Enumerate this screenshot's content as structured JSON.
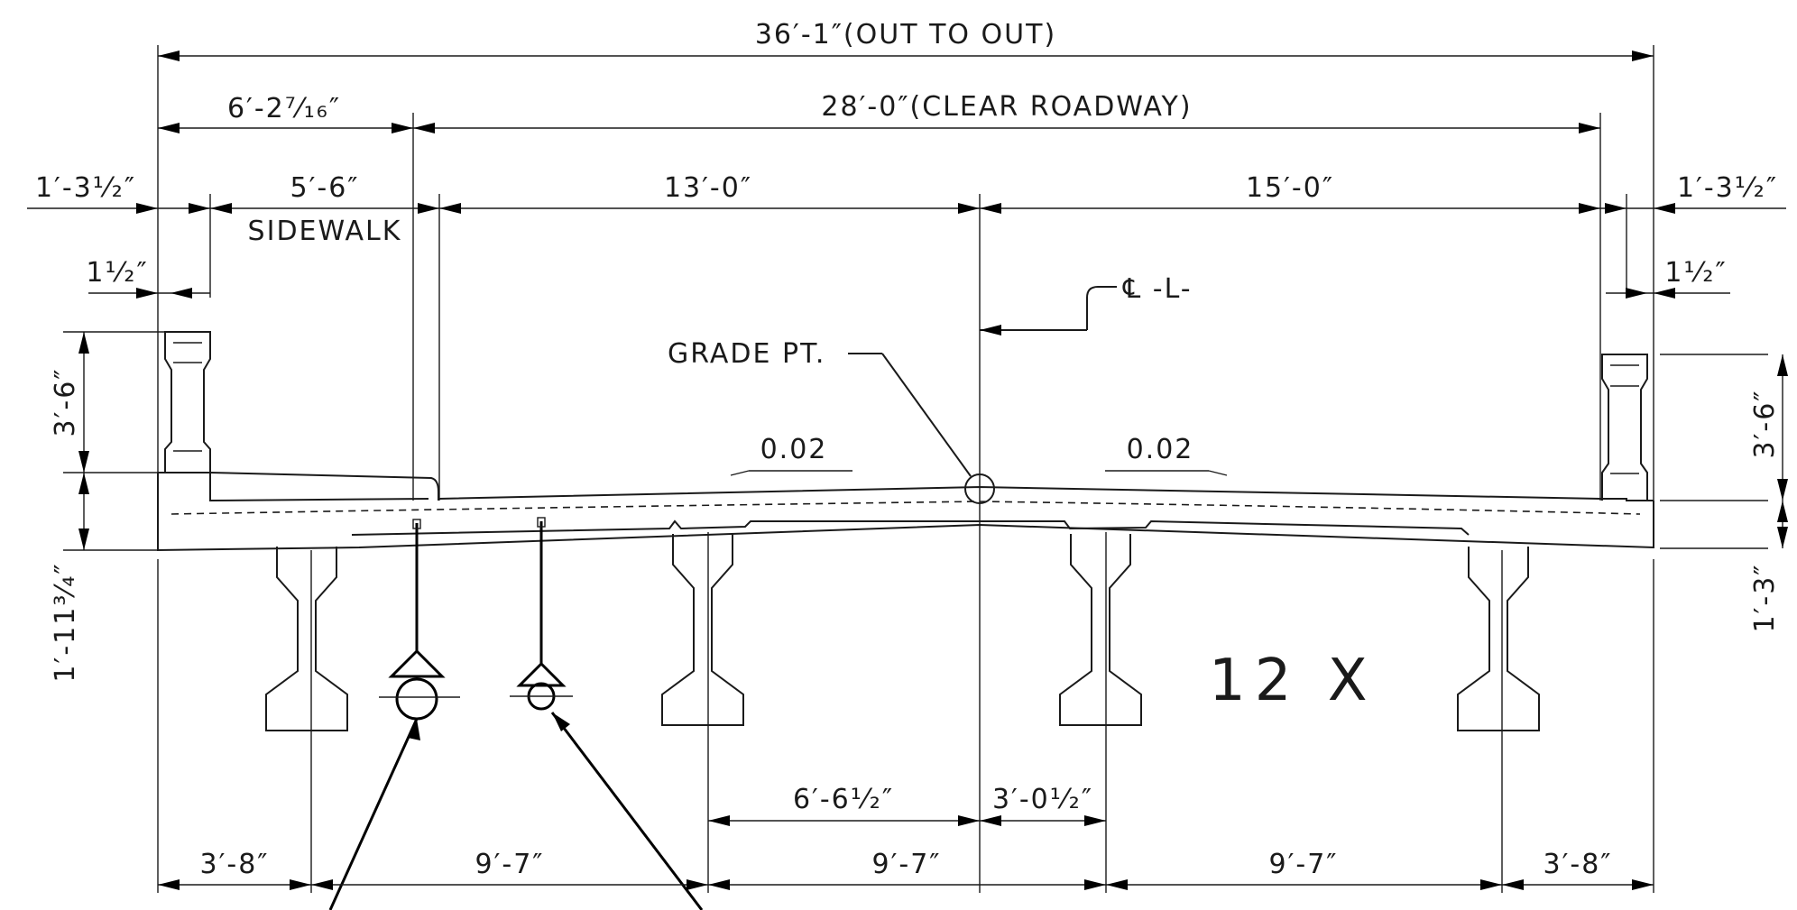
{
  "dimensions": {
    "top_total": "36′-1″(OUT TO OUT)",
    "left_overhang": "6′-2⁷⁄₁₆″",
    "clear_roadway": "28′-0″(CLEAR ROADWAY)",
    "left_rail": "1′-3¹⁄₂″",
    "sidewalk_width": "5′-6″",
    "left_lane": "13′-0″",
    "right_lane": "15′-0″",
    "right_rail": "1′-3¹⁄₂″",
    "left_half_inch": "1¹⁄₂″",
    "right_half_inch": "1¹⁄₂″",
    "left_parapet_height": "3′-6″",
    "left_slab_depth": "1′-11³⁄₄″",
    "right_parapet_height": "3′-6″",
    "right_slab_depth": "1′-3″",
    "offset_a": "6′-6¹⁄₂″",
    "offset_b": "3′-0¹⁄₂″",
    "girder_spacing": [
      "3′-8″",
      "9′-7″",
      "9′-7″",
      "9′-7″",
      "3′-8″"
    ]
  },
  "labels": {
    "sidewalk": "SIDEWALK",
    "centerline": "℄ -L-",
    "grade_point": "GRADE PT.",
    "slope_left": "0.02",
    "slope_right": "0.02",
    "girder_count": "12 X"
  }
}
